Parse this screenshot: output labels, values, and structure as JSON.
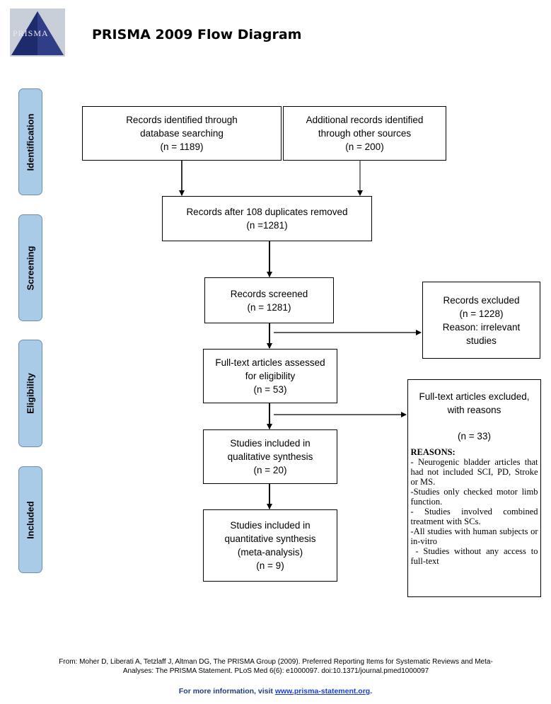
{
  "header": {
    "logo_text": "PRISMA",
    "title": "PRISMA 2009 Flow Diagram"
  },
  "phases": {
    "identification": "Identification",
    "screening": "Screening",
    "eligibility": "Eligibility",
    "included": "Included"
  },
  "boxes": {
    "db_search": {
      "line1": "Records identified through",
      "line2": "database searching",
      "line3": "(n = 1189)"
    },
    "other_sources": {
      "line1": "Additional records identified",
      "line2": "through other sources",
      "line3": "(n = 200)"
    },
    "after_duplicates": {
      "line1": "Records after 108 duplicates removed",
      "line2": "(n =1281)"
    },
    "screened": {
      "line1": "Records screened",
      "line2": "(n = 1281)"
    },
    "excluded": {
      "line1": "Records excluded",
      "line2": "(n = 1228)",
      "line3": "Reason: irrelevant",
      "line4": "studies"
    },
    "fulltext_assessed": {
      "line1": "Full-text articles assessed",
      "line2": "for eligibility",
      "line3": "(n =  53)"
    },
    "fulltext_excluded": {
      "line1": "Full-text articles excluded,",
      "line2": "with reasons",
      "count": "(n = 33)",
      "reasons_heading": "REASONS:",
      "reasons": [
        "- Neurogenic bladder articles that had not included SCI, PD, Stroke or MS.",
        "-Studies only checked motor limb function.",
        "- Studies involved combined treatment with SCs.",
        "-All studies with human subjects or in-vitro",
        " - Studies without any access to full-text"
      ]
    },
    "qualitative": {
      "line1": "Studies included in",
      "line2": "qualitative synthesis",
      "line3": "(n = 20)"
    },
    "quantitative": {
      "line1": "Studies included in",
      "line2": "quantitative synthesis",
      "line3": "(meta-analysis)",
      "line4": "(n =  9)"
    }
  },
  "citation": {
    "line1": "From:  Moher D, Liberati A, Tetzlaff J, Altman DG, The PRISMA Group (2009). Preferred Reporting Items for Systematic Reviews and Meta-",
    "line2": "Analyses: The PRISMA Statement. PLoS Med 6(6): e1000097. doi:10.1371/journal.pmed1000097"
  },
  "footer": {
    "prefix": "For more information, visit ",
    "link": "www.prisma-statement.org",
    "suffix": "."
  }
}
